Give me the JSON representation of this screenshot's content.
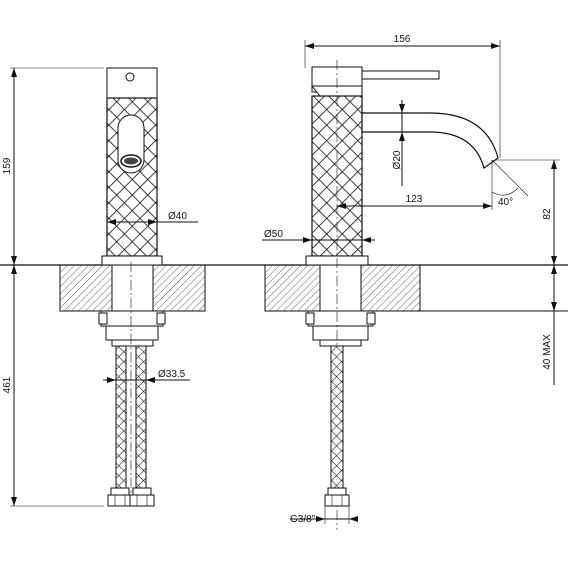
{
  "dimensions": {
    "front_height": "159",
    "front_diameter": "Ø40",
    "below_height": "461",
    "hose_diameter": "Ø33.5",
    "overall_width": "156",
    "spout_diameter": "Ø20",
    "spout_reach": "123",
    "spout_angle": "40°",
    "spout_height": "82",
    "body_diameter": "Ø50",
    "max_thickness": "40 MAX",
    "thread": "G3/8\""
  }
}
